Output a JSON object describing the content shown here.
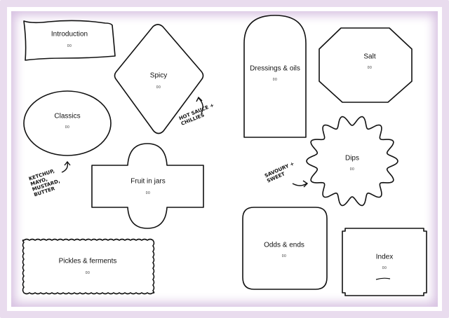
{
  "sections": [
    {
      "id": "introduction",
      "label": "Introduction",
      "page": "00"
    },
    {
      "id": "spicy",
      "label": "Spicy",
      "page": "00"
    },
    {
      "id": "classics",
      "label": "Classics",
      "page": "00"
    },
    {
      "id": "fruit",
      "label": "Fruit in jars",
      "page": "00"
    },
    {
      "id": "pickles",
      "label": "Pickles & ferments",
      "page": "00"
    },
    {
      "id": "dressings",
      "label": "Dressings & oils",
      "page": "00"
    },
    {
      "id": "salt",
      "label": "Salt",
      "page": "00"
    },
    {
      "id": "dips",
      "label": "Dips",
      "page": "00"
    },
    {
      "id": "odds",
      "label": "Odds & ends",
      "page": "00"
    },
    {
      "id": "index",
      "label": "Index",
      "page": "00"
    }
  ],
  "notes": {
    "hot_sauce": "HOT SAUCE +\nCHILLIES",
    "ketchup": "KETCHUP,\nMAYO,\nMUSTARD,\nBUTTER",
    "savoury": "SAVOURY +\nSWEET"
  },
  "colors": {
    "frame": "#e9dcee",
    "stroke": "#111111"
  }
}
